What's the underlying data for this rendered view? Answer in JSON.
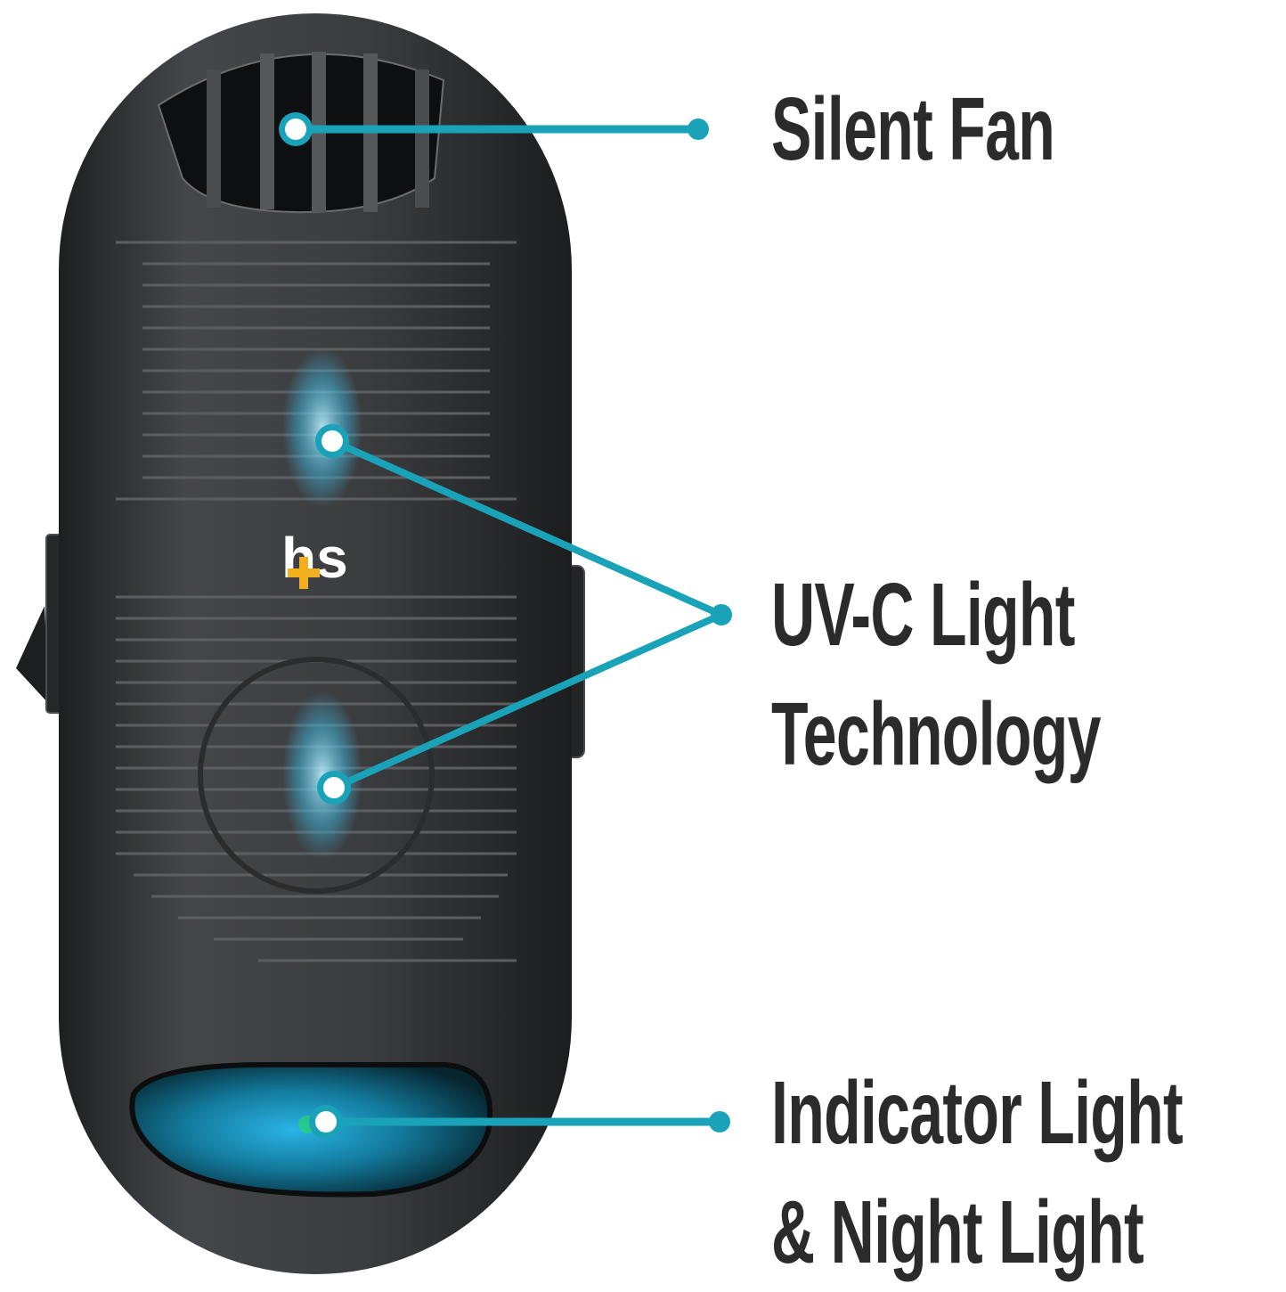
{
  "product": {
    "brand_logo_text": "hs",
    "brand_logo_accent": "+"
  },
  "callouts": [
    {
      "id": "silent-fan",
      "lines": [
        "Silent Fan"
      ]
    },
    {
      "id": "uvc-light",
      "lines": [
        "UV-C Light",
        "Technology"
      ]
    },
    {
      "id": "indicator-light",
      "lines": [
        "Indicator Light",
        "& Night Light"
      ]
    }
  ],
  "colors": {
    "callout_line": "#1aa3b8",
    "label_text": "#2b2b2b",
    "device_body": "#3a3c3e",
    "logo_accent": "#f2b01e",
    "uv_glow": "#5fd0f0",
    "night_light": "#1a9dc9"
  }
}
